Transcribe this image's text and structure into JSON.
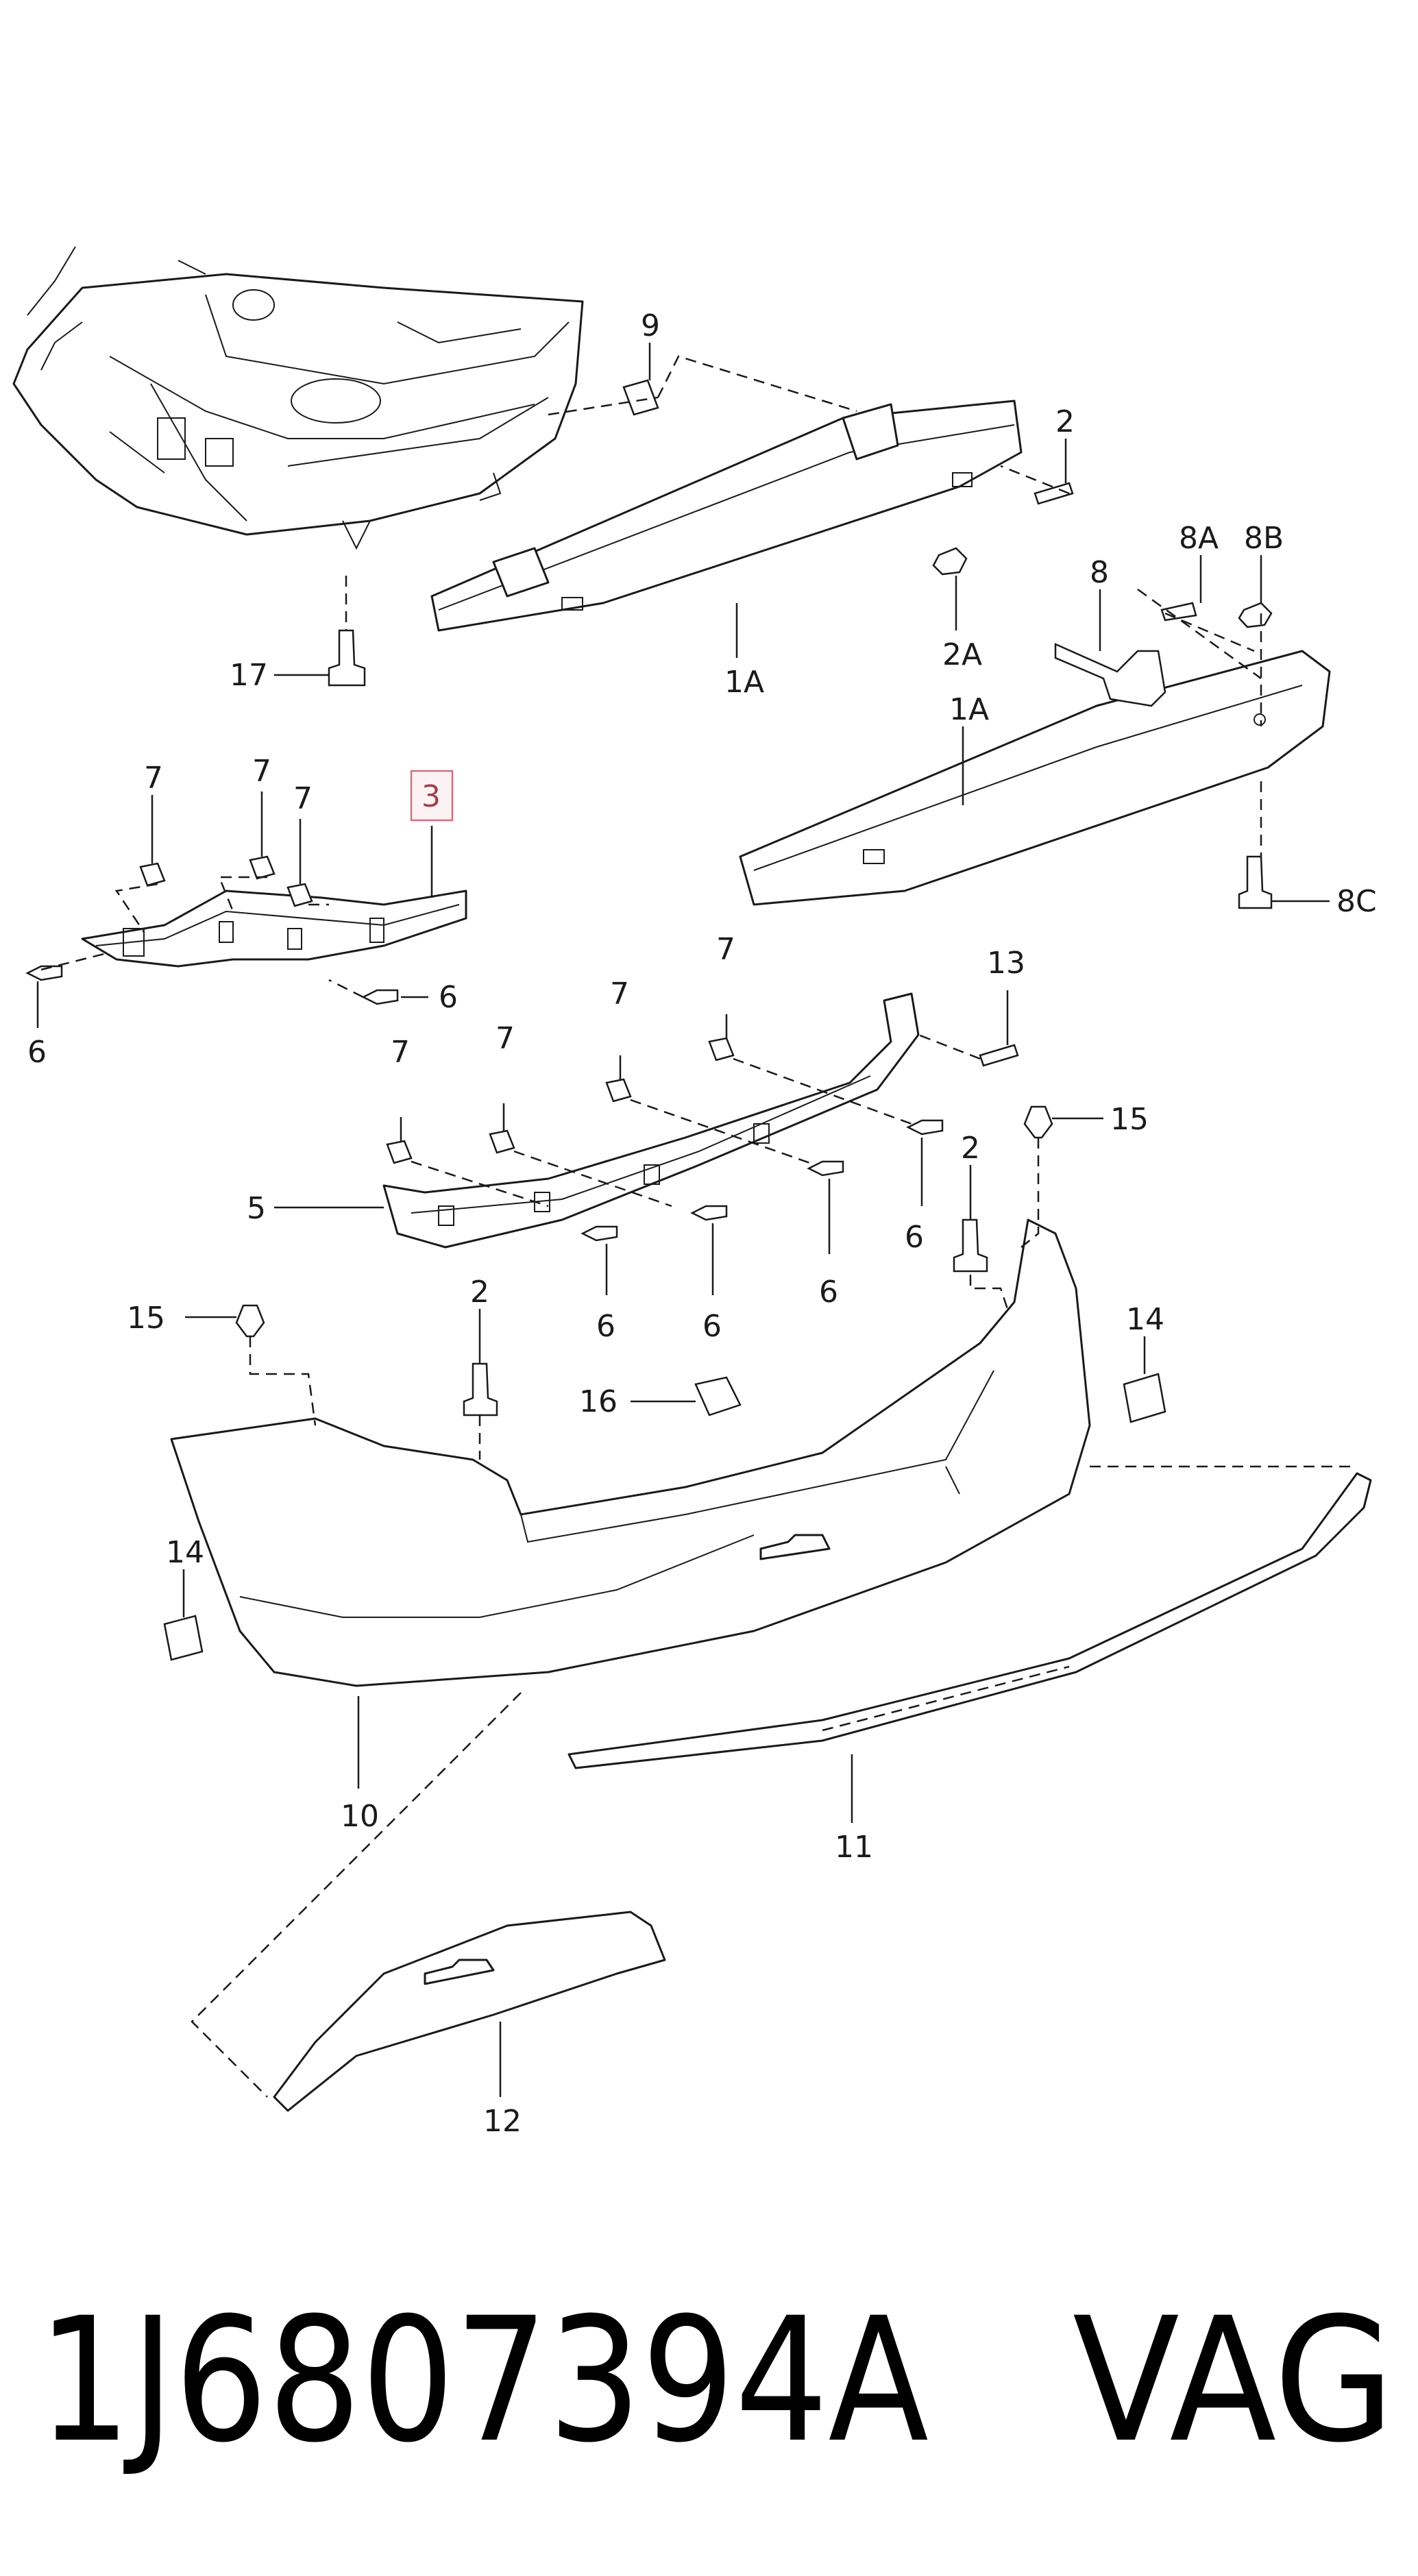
{
  "diagram": {
    "callouts": {
      "c9": "9",
      "c2_top": "2",
      "c8A": "8A",
      "c8B": "8B",
      "c8": "8",
      "c2A": "2A",
      "c1A_top": "1A",
      "c1A_right": "1A",
      "c17": "17",
      "c8C": "8C",
      "c3": "3",
      "c7_a": "7",
      "c7_b": "7",
      "c7_c": "7",
      "c6_a": "6",
      "c6_b": "6",
      "c7_d": "7",
      "c7_e": "7",
      "c7_f": "7",
      "c7_g": "7",
      "c13": "13",
      "c15_right": "15",
      "c5": "5",
      "c6_c": "6",
      "c6_d": "6",
      "c6_e": "6",
      "c6_f": "6",
      "c2_mid": "2",
      "c2_low": "2",
      "c15_left": "15",
      "c14_right": "14",
      "c16": "16",
      "c14_left": "14",
      "c10": "10",
      "c11": "11",
      "c12": "12"
    },
    "highlighted_part": "3",
    "highlight_color": "#e8a0a8"
  },
  "footer": {
    "part_number": "1J6807394A",
    "brand": "VAG"
  }
}
